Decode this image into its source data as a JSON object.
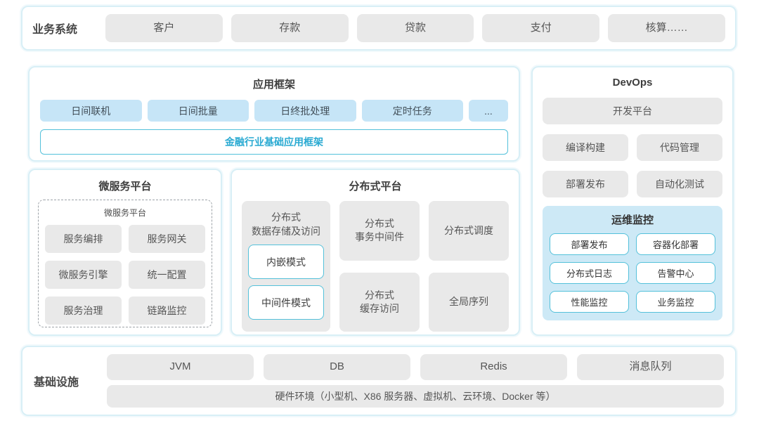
{
  "colors": {
    "panel_border": "#d8eff6",
    "gray_box": "#e9e9e9",
    "blue_box": "#c6e5f7",
    "teal_border": "#54c1da",
    "teal_text": "#2aaad2",
    "monitor_bg": "#cde9f6",
    "text": "#565656"
  },
  "business_systems": {
    "label": "业务系统",
    "items": [
      "客户",
      "存款",
      "贷款",
      "支付",
      "核算……"
    ]
  },
  "app_framework": {
    "title": "应用框架",
    "modules": [
      "日间联机",
      "日间批量",
      "日终批处理",
      "定时任务",
      "..."
    ],
    "base_framework": "金融行业基础应用框架"
  },
  "devops": {
    "title": "DevOps",
    "platform": "开发平台",
    "tools": [
      "编译构建",
      "代码管理",
      "部署发布",
      "自动化测试"
    ],
    "monitoring": {
      "title": "运维监控",
      "items": [
        "部署发布",
        "容器化部署",
        "分布式日志",
        "告警中心",
        "性能监控",
        "业务监控"
      ]
    }
  },
  "microservice_platform": {
    "title": "微服务平台",
    "inner_title": "微服务平台",
    "items": [
      "服务编排",
      "服务网关",
      "微服务引擎",
      "统一配置",
      "服务治理",
      "链路监控"
    ]
  },
  "distributed_platform": {
    "title": "分布式平台",
    "storage": {
      "label": "分布式\n数据存储及访问",
      "modes": [
        "内嵌模式",
        "中间件模式"
      ]
    },
    "middle_items": [
      "分布式\n事务中间件",
      "分布式\n缓存访问"
    ],
    "right_items": [
      "分布式调度",
      "全局序列"
    ]
  },
  "infrastructure": {
    "label": "基础设施",
    "items": [
      "JVM",
      "DB",
      "Redis",
      "消息队列"
    ],
    "hardware": "硬件环境（小型机、X86 服务器、虚拟机、云环境、Docker 等）"
  }
}
